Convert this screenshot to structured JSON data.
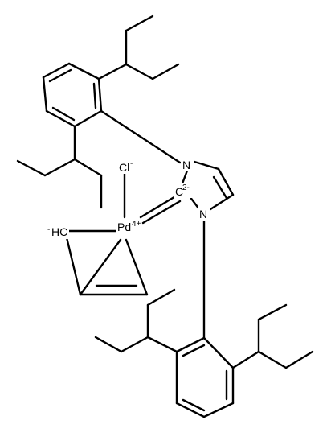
{
  "structure": {
    "atoms": {
      "n_top": {
        "symbol": "N",
        "charge": ""
      },
      "n_bottom": {
        "symbol": "N",
        "charge": ""
      },
      "carbene": {
        "symbol": "C",
        "charge": "2-"
      },
      "palladium": {
        "symbol": "Pd",
        "charge": "4+"
      },
      "chloride": {
        "symbol": "Cl",
        "charge": "-"
      },
      "methylene": {
        "symbol": "HC",
        "charge": "-"
      }
    }
  }
}
